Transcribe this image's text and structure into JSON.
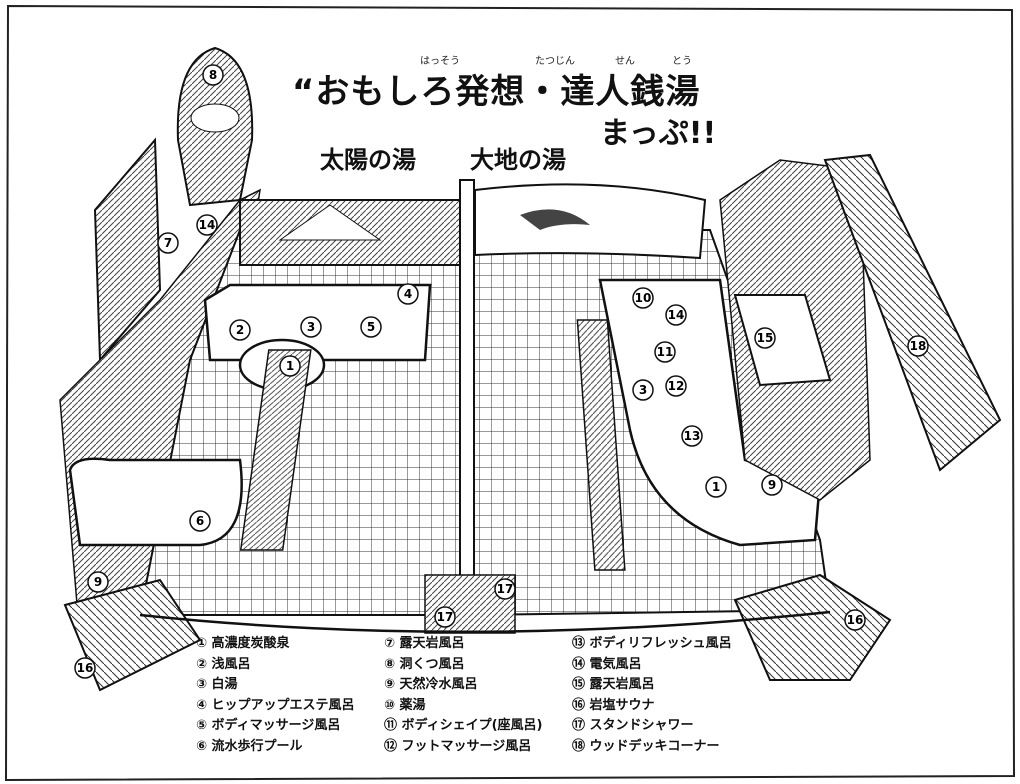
{
  "title": {
    "line1": "“おもしろ発想・達人銭湯",
    "line2": "まっぷ!!",
    "ruby": [
      "はっそう",
      "たつじん",
      "せん",
      "とう"
    ]
  },
  "areas": {
    "sun": "太陽の湯",
    "earth": "大地の湯"
  },
  "markers": [
    "8",
    "14",
    "7",
    "4",
    "2",
    "3",
    "5",
    "1",
    "6",
    "9",
    "16",
    "17",
    "17",
    "10",
    "14",
    "15",
    "11",
    "12",
    "3",
    "13",
    "1",
    "9",
    "16",
    "18"
  ],
  "legend": [
    [
      "① 高濃度炭酸泉",
      "② 浅風呂",
      "③ 白湯",
      "④ ヒップアップエステ風呂",
      "⑤ ボディマッサージ風呂",
      "⑥ 流水歩行プール"
    ],
    [
      "⑦ 露天岩風呂",
      "⑧ 洞くつ風呂",
      "⑨ 天然冷水風呂",
      "⑩ 薬湯",
      "⑪ ボディシェイプ(座風呂)",
      "⑫ フットマッサージ風呂"
    ],
    [
      "⑬ ボディリフレッシュ風呂",
      "⑭ 電気風呂",
      "⑮ 露天岩風呂",
      "⑯ 岩塩サウナ",
      "⑰ スタンドシャワー",
      "⑱ ウッドデッキコーナー"
    ]
  ]
}
